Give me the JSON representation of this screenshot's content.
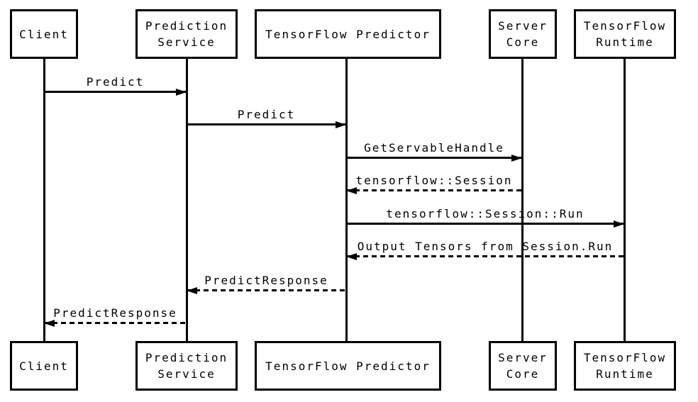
{
  "diagram": {
    "type": "sequence-diagram",
    "background_color": "#ffffff",
    "line_color": "#000000",
    "actors": [
      {
        "id": "client",
        "label": "Client"
      },
      {
        "id": "prediction-service",
        "label": "Prediction Service"
      },
      {
        "id": "tensorflow-predictor",
        "label": "TensorFlow Predictor"
      },
      {
        "id": "server-core",
        "label": "Server Core"
      },
      {
        "id": "tensorflow-runtime",
        "label": "TensorFlow Runtime"
      }
    ],
    "messages": [
      {
        "label": "Predict",
        "from": "client",
        "to": "prediction-service",
        "line": "solid",
        "direction": "right"
      },
      {
        "label": "Predict",
        "from": "prediction-service",
        "to": "tensorflow-predictor",
        "line": "solid",
        "direction": "right"
      },
      {
        "label": "GetServableHandle",
        "from": "tensorflow-predictor",
        "to": "server-core",
        "line": "solid",
        "direction": "right"
      },
      {
        "label": "tensorflow::Session",
        "from": "server-core",
        "to": "tensorflow-predictor",
        "line": "dashed",
        "direction": "left"
      },
      {
        "label": "tensorflow::Session::Run",
        "from": "tensorflow-predictor",
        "to": "tensorflow-runtime",
        "line": "solid",
        "direction": "right"
      },
      {
        "label": "Output Tensors from Session.Run",
        "from": "tensorflow-runtime",
        "to": "tensorflow-predictor",
        "line": "dashed",
        "direction": "left"
      },
      {
        "label": "PredictResponse",
        "from": "tensorflow-predictor",
        "to": "prediction-service",
        "line": "dashed",
        "direction": "left"
      },
      {
        "label": "PredictResponse",
        "from": "prediction-service",
        "to": "client",
        "line": "dashed",
        "direction": "left"
      }
    ]
  }
}
